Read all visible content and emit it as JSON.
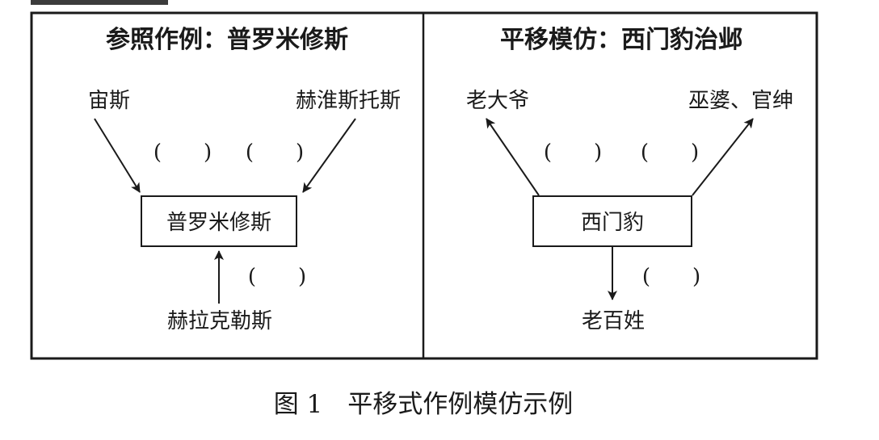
{
  "left_panel": {
    "title": "参照作例：普罗米修斯",
    "center_box": "普罗米修斯",
    "top_left_node": "宙斯",
    "top_right_node": "赫淮斯托斯",
    "bottom_node": "赫拉克勒斯",
    "paren_top_1": "(　　)",
    "paren_top_2": "(　　)",
    "paren_bottom": "(　　)"
  },
  "right_panel": {
    "title": "平移模仿：西门豹治邺",
    "center_box": "西门豹",
    "top_left_node": "老大爷",
    "top_right_node": "巫婆、官绅",
    "bottom_node": "老百姓",
    "paren_top_1": "(　　)",
    "paren_top_2": "(　　)",
    "paren_bottom": "(　　)"
  },
  "caption": "图 1　平移式作例模仿示例"
}
